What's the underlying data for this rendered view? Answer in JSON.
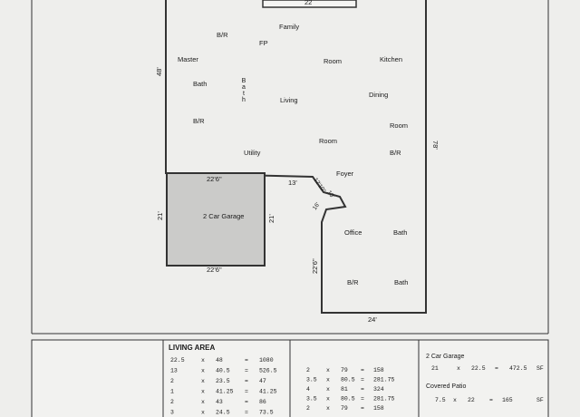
{
  "plan": {
    "rooms": {
      "family": "Family",
      "fp": "FP",
      "br_top": "B/R",
      "master": "Master",
      "room_family": "Room",
      "kitchen": "Kitchen",
      "bath_master": "Bath",
      "bath_v": "Bath",
      "living": "Living",
      "dining": "Dining",
      "br_left": "B/R",
      "room_dining": "Room",
      "room_living": "Room",
      "utility": "Utility",
      "br_right": "B/R",
      "foyer": "Foyer",
      "garage": "2 Car Garage",
      "office": "Office",
      "bath_office": "Bath",
      "br_bottom": "B/R",
      "bath_bottom": "Bath"
    },
    "dims": {
      "top": "22",
      "left": "48'",
      "right": "78'",
      "garage_top": "22'6\"",
      "garage_bottom": "22'6\"",
      "garage_left": "21'",
      "garage_right": "21'",
      "thirteen": "13'",
      "diag_a": "12'10\"",
      "diag_b": "10'",
      "diag_c": "16'",
      "wing_left": "22'6\"",
      "wing_bottom": "24'"
    }
  },
  "tables": {
    "living": {
      "title": "LIVING AREA",
      "rows": [
        [
          "22.5",
          "x",
          "48",
          "=",
          "1080"
        ],
        [
          "13",
          "x",
          "40.5",
          "=",
          "526.5"
        ],
        [
          "2",
          "x",
          "23.5",
          "=",
          "47"
        ],
        [
          "1",
          "x",
          "41.25",
          "=",
          "41.25"
        ],
        [
          "2",
          "x",
          "43",
          "=",
          "86"
        ],
        [
          "3",
          "x",
          "24.5",
          "=",
          "73.5"
        ]
      ]
    },
    "middle": {
      "rows": [
        [
          "2",
          "x",
          "79",
          "=",
          "158"
        ],
        [
          "3.5",
          "x",
          "80.5",
          "=",
          "281.75"
        ],
        [
          "4",
          "x",
          "81",
          "=",
          "324"
        ],
        [
          "3.5",
          "x",
          "80.5",
          "=",
          "281.75"
        ],
        [
          "2",
          "x",
          "79",
          "=",
          "158"
        ]
      ]
    },
    "garage": {
      "title": "2 Car Garage",
      "row": [
        "21",
        "x",
        "22.5",
        "=",
        "472.5",
        "SF"
      ]
    },
    "patio": {
      "title": "Covered Patio",
      "row": [
        "7.5",
        "x",
        "22",
        "=",
        "165",
        "SF"
      ]
    }
  }
}
